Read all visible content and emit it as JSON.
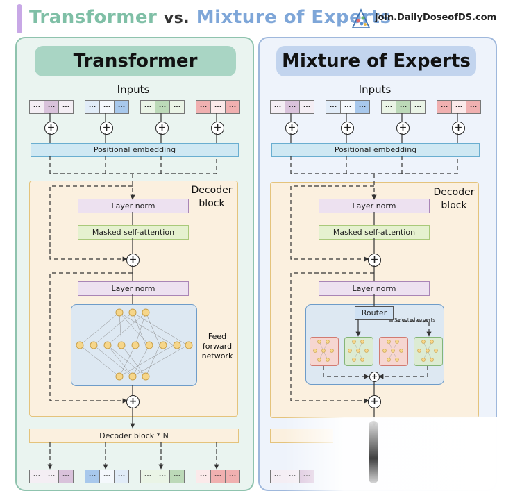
{
  "header": {
    "title_part1": "Transformer",
    "title_vs": "vs.",
    "title_part2": "Mixture of Experts",
    "brand": "join.DailyDoseofDS.com"
  },
  "left": {
    "heading": "Transformer",
    "inputs_label": "Inputs",
    "token_glyph": "...",
    "pos_embedding": "Positional embedding",
    "decoder_label_1": "Decoder",
    "decoder_label_2": "block",
    "layer_norm_1": "Layer norm",
    "masked_attention": "Masked self-attention",
    "layer_norm_2": "Layer norm",
    "ffn_label_1": "Feed",
    "ffn_label_2": "forward",
    "ffn_label_3": "network",
    "decoder_block_n": "Decoder block * N"
  },
  "right": {
    "heading": "Mixture of Experts",
    "inputs_label": "Inputs",
    "token_glyph": "...",
    "pos_embedding": "Positional embedding",
    "decoder_label_1": "Decoder",
    "decoder_label_2": "block",
    "layer_norm_1": "Layer norm",
    "masked_attention": "Masked self-attention",
    "layer_norm_2": "Layer norm",
    "router": "Router",
    "selected_experts": "Selected experts"
  },
  "colors": {
    "purple_token": "#d9c2db",
    "blue_token": "#a8c8ec",
    "green_token": "#bcd9b8",
    "red_token": "#f0b0b0",
    "expert_red": "#f6d6d1",
    "expert_green": "#dcebd3",
    "node": "#f6d68a"
  }
}
